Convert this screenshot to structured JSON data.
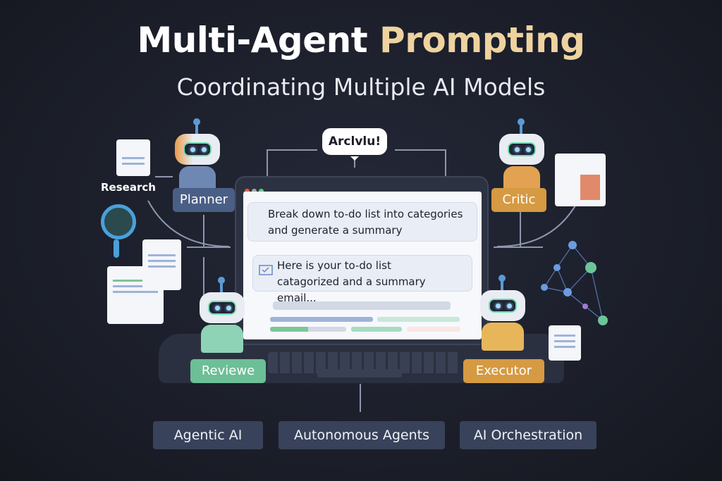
{
  "header": {
    "title_main": "Multi-Agent ",
    "title_highlight": "Prompting",
    "subtitle": "Coordinating Multiple AI Models"
  },
  "speech_bubble": "Arclvlu!",
  "research_label": "Research",
  "agents": {
    "planner": "Planner",
    "critic": "Critic",
    "reviewer": "Reviewe",
    "executor": "Executor"
  },
  "screen": {
    "prompt": "Break down to-do list into categories and generate a summary",
    "response_line1": "Here is your to-do list",
    "response_line2": "catagorized and a summary email..."
  },
  "tags": [
    "Agentic AI",
    "Autonomous Agents",
    "AI Orchestration"
  ],
  "colors": {
    "background": "#1c1f2a",
    "highlight": "#eed3a0",
    "planner": "#4a5f86",
    "critic": "#d59a42",
    "reviewer": "#6cbf96",
    "executor": "#d59a42"
  }
}
